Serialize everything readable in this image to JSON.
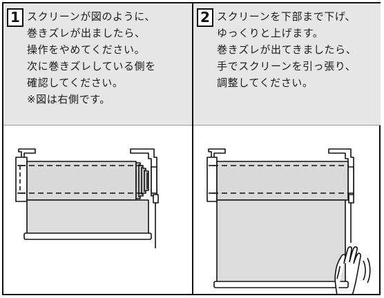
{
  "steps": [
    {
      "number": "1",
      "lines": [
        "スクリーンが図のように、",
        "巻きズレが出ましたら、",
        "操作をやめてください。",
        "次に巻きズレしている側を",
        "確認してください。",
        "※図は右側です。"
      ]
    },
    {
      "number": "2",
      "lines": [
        "スクリーンを下部まで下げ、",
        "ゆっくりと上げます。",
        "巻きズレが出てきましたら、",
        "手でスクリーンを引っ張り、",
        "調整してください。"
      ]
    }
  ],
  "illustrations": [
    {
      "name": "roll-screen-misaligned-illustration"
    },
    {
      "name": "roll-screen-hand-pull-illustration"
    }
  ]
}
